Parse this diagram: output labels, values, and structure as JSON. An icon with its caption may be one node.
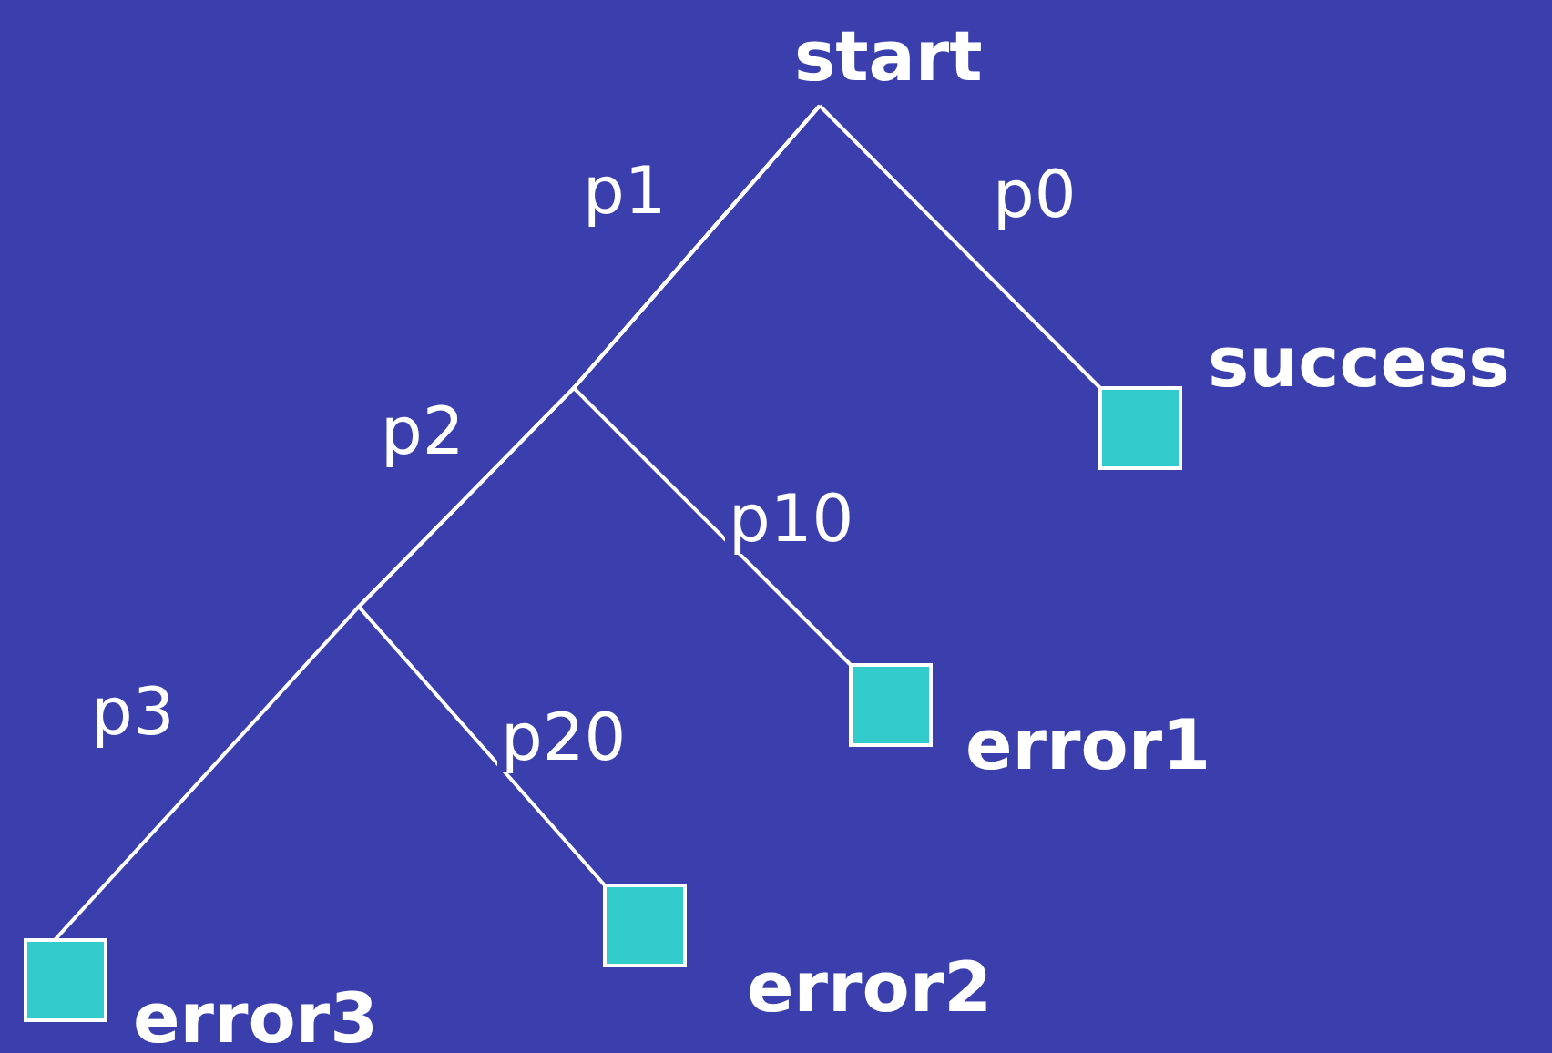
{
  "diagram": {
    "nodes": [
      {
        "text": [
          "start"
        ]
      },
      {
        "text": [
          "success"
        ]
      },
      {
        "text": [
          "error1"
        ]
      },
      {
        "text": [
          "error2"
        ]
      },
      {
        "text": [
          "error3"
        ]
      }
    ],
    "edges": [
      {
        "from": 0,
        "to": 1,
        "arrow": "none",
        "label": "p0"
      },
      {
        "from": 0,
        "to": 2,
        "arrow": "none",
        "label": "p10"
      },
      {
        "from": 0,
        "to": 3,
        "arrow": "none",
        "label": "p20"
      },
      {
        "from": 0,
        "to": 4,
        "arrow": "none",
        "label": "p3"
      }
    ],
    "labels": [
      "p1",
      "p2"
    ]
  }
}
